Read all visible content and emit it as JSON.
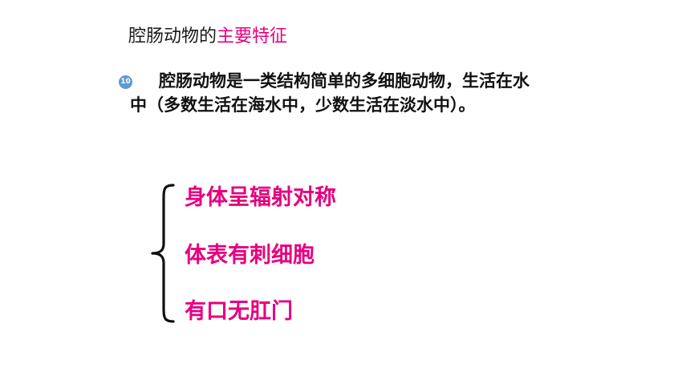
{
  "title": {
    "prefix": "腔肠动物的",
    "highlight": "主要特征"
  },
  "bullet": {
    "marker": "10",
    "text": "腔肠动物是一类结构简单的多细胞动物，生活在水中（多数生活在海水中，少数生活在淡水中）。"
  },
  "features": [
    "身体呈辐射对称",
    "体表有刺细胞",
    "有口无肛门"
  ],
  "colors": {
    "accent": "#e6007e",
    "text": "#111111",
    "bullet": "#5b9bd5"
  }
}
